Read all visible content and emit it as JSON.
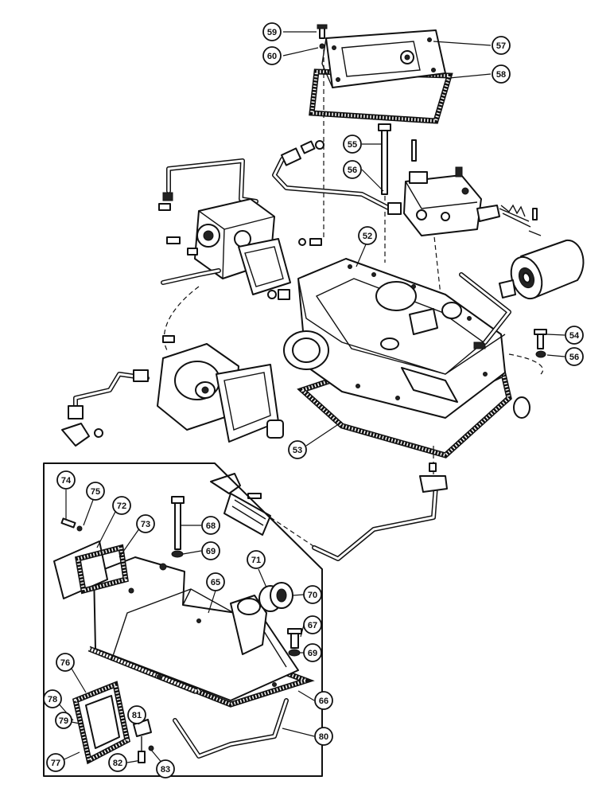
{
  "diagram": {
    "callouts": [
      {
        "id": "59",
        "label": "59"
      },
      {
        "id": "60",
        "label": "60"
      },
      {
        "id": "57",
        "label": "57"
      },
      {
        "id": "58",
        "label": "58"
      },
      {
        "id": "55",
        "label": "55"
      },
      {
        "id": "56a",
        "label": "56"
      },
      {
        "id": "52",
        "label": "52"
      },
      {
        "id": "54",
        "label": "54"
      },
      {
        "id": "56b",
        "label": "56"
      },
      {
        "id": "53",
        "label": "53"
      },
      {
        "id": "74",
        "label": "74"
      },
      {
        "id": "75",
        "label": "75"
      },
      {
        "id": "72",
        "label": "72"
      },
      {
        "id": "73",
        "label": "73"
      },
      {
        "id": "68",
        "label": "68"
      },
      {
        "id": "69a",
        "label": "69"
      },
      {
        "id": "71",
        "label": "71"
      },
      {
        "id": "70",
        "label": "70"
      },
      {
        "id": "65",
        "label": "65"
      },
      {
        "id": "67",
        "label": "67"
      },
      {
        "id": "69b",
        "label": "69"
      },
      {
        "id": "76",
        "label": "76"
      },
      {
        "id": "66",
        "label": "66"
      },
      {
        "id": "78",
        "label": "78"
      },
      {
        "id": "79",
        "label": "79"
      },
      {
        "id": "81",
        "label": "81"
      },
      {
        "id": "80",
        "label": "80"
      },
      {
        "id": "77",
        "label": "77"
      },
      {
        "id": "82",
        "label": "82"
      },
      {
        "id": "83",
        "label": "83"
      }
    ]
  }
}
